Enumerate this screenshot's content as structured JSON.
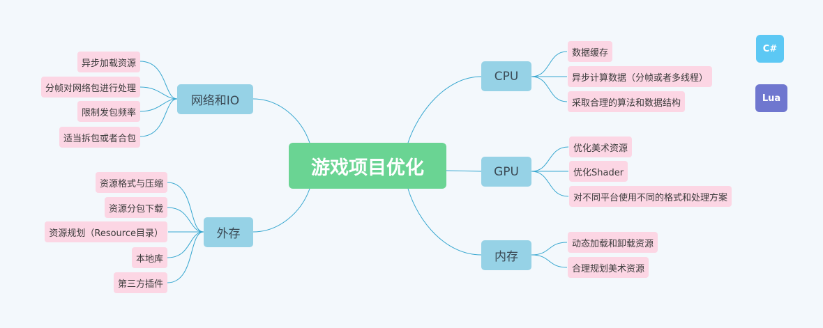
{
  "mindmap": {
    "central": "游戏项目优化",
    "branches": {
      "network": {
        "label": "网络和IO",
        "items": [
          "异步加载资源",
          "分帧对网络包进行处理",
          "限制发包频率",
          "适当拆包或者合包"
        ]
      },
      "storage": {
        "label": "外存",
        "items": [
          "资源格式与压缩",
          "资源分包下载",
          "资源规划（Resource目录）",
          "本地库",
          "第三方插件"
        ]
      },
      "cpu": {
        "label": "CPU",
        "items": [
          "数据缓存",
          "异步计算数据（分帧或者多线程）",
          "采取合理的算法和数据结构"
        ]
      },
      "gpu": {
        "label": "GPU",
        "items": [
          "优化美术资源",
          "优化Shader",
          "对不同平台使用不同的格式和处理方案"
        ]
      },
      "memory": {
        "label": "内存",
        "items": [
          "动态加载和卸载资源",
          "合理规划美术资源"
        ]
      }
    },
    "tags": {
      "csharp": "C#",
      "lua": "Lua"
    }
  },
  "colors": {
    "central": "#6ad493",
    "branch": "#96d2e6",
    "leaf": "#fcd6e4",
    "line": "#35a6cf",
    "tag_csharp": "#5cc8f4",
    "tag_lua": "#6f77cf"
  }
}
